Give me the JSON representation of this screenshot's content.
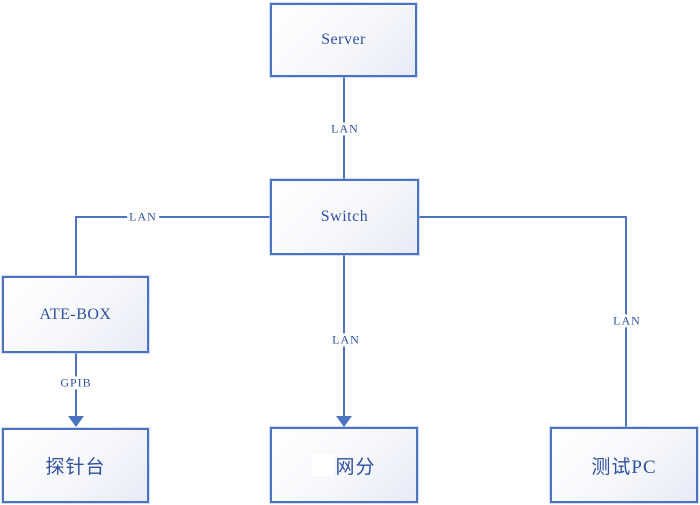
{
  "diagram": {
    "type": "network-topology-flowchart",
    "nodes": {
      "server": {
        "label": "Server"
      },
      "switch": {
        "label": "Switch"
      },
      "ate_box": {
        "label": "ATE-BOX"
      },
      "probe_station": {
        "label": "探针台"
      },
      "network_analyzer": {
        "label": "网分"
      },
      "test_pc": {
        "label": "测试PC"
      }
    },
    "edges": {
      "server_to_switch": {
        "label": "LAN",
        "arrow": "none"
      },
      "switch_to_ate_box": {
        "label": "LAN",
        "arrow": "none"
      },
      "switch_to_network_analyzer": {
        "label": "LAN",
        "arrow": "down"
      },
      "switch_to_test_pc": {
        "label": "LAN",
        "arrow": "none"
      },
      "ate_box_to_probe_station": {
        "label": "GPIB",
        "arrow": "down"
      }
    },
    "colors": {
      "line": "#4d73c0",
      "border": "#4d73c0",
      "text": "#30509c",
      "fill_start": "#ffffff",
      "fill_end": "#e7ebf6"
    }
  }
}
